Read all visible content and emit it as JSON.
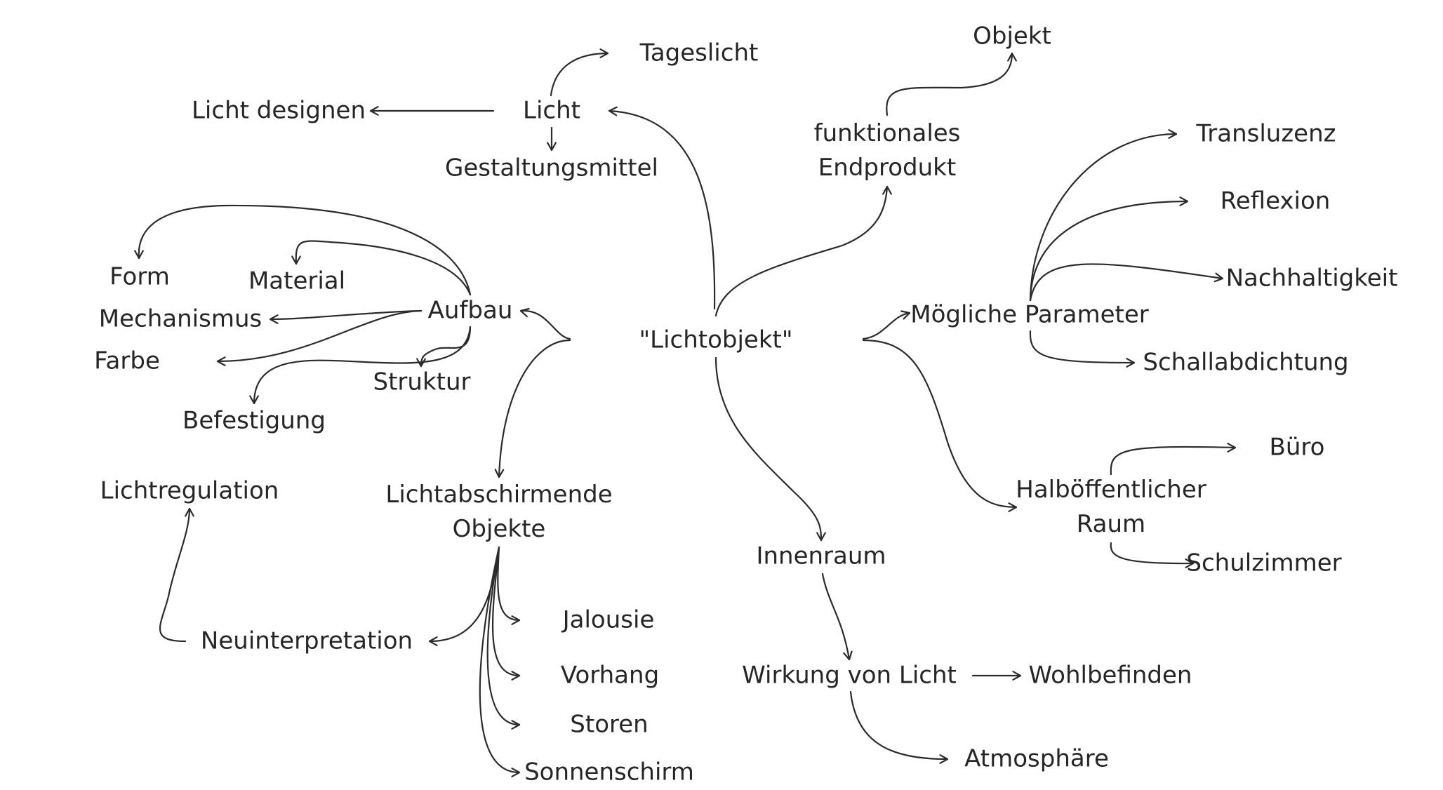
{
  "center": "\"Lichtobjekt\"",
  "nodes": {
    "licht": "Licht",
    "tageslicht": "Tageslicht",
    "licht_designen": "Licht designen",
    "gestaltungsmittel": "Gestaltungsmittel",
    "funktionales": [
      "funktionales",
      "Endprodukt"
    ],
    "objekt": "Objekt",
    "moegliche_parameter": "Mögliche Parameter",
    "transluzenz": "Transluzenz",
    "reflexion": "Reflexion",
    "nachhaltigkeit": "Nachhaltigkeit",
    "schallabdichtung": "Schallabdichtung",
    "halboeffentlicher": [
      "Halböffentlicher",
      "Raum"
    ],
    "buero": "Büro",
    "schulzimmer": "Schulzimmer",
    "innenraum": "Innenraum",
    "wirkung": "Wirkung von Licht",
    "wohlbefinden": "Wohlbefinden",
    "atmosphaere": "Atmosphäre",
    "aufbau": "Aufbau",
    "form": "Form",
    "material": "Material",
    "mechanismus": "Mechanismus",
    "farbe": "Farbe",
    "struktur": "Struktur",
    "befestigung": "Befestigung",
    "lichtabschirmende": [
      "Lichtabschirmende",
      "Objekte"
    ],
    "jalousie": "Jalousie",
    "vorhang": "Vorhang",
    "storen": "Storen",
    "sonnenschirm": "Sonnenschirm",
    "neuinterpretation": "Neuinterpretation",
    "lichtregulation": "Lichtregulation"
  },
  "colors": {
    "text": "#262626",
    "line": "#2b2b2b",
    "background": "#ffffff"
  }
}
